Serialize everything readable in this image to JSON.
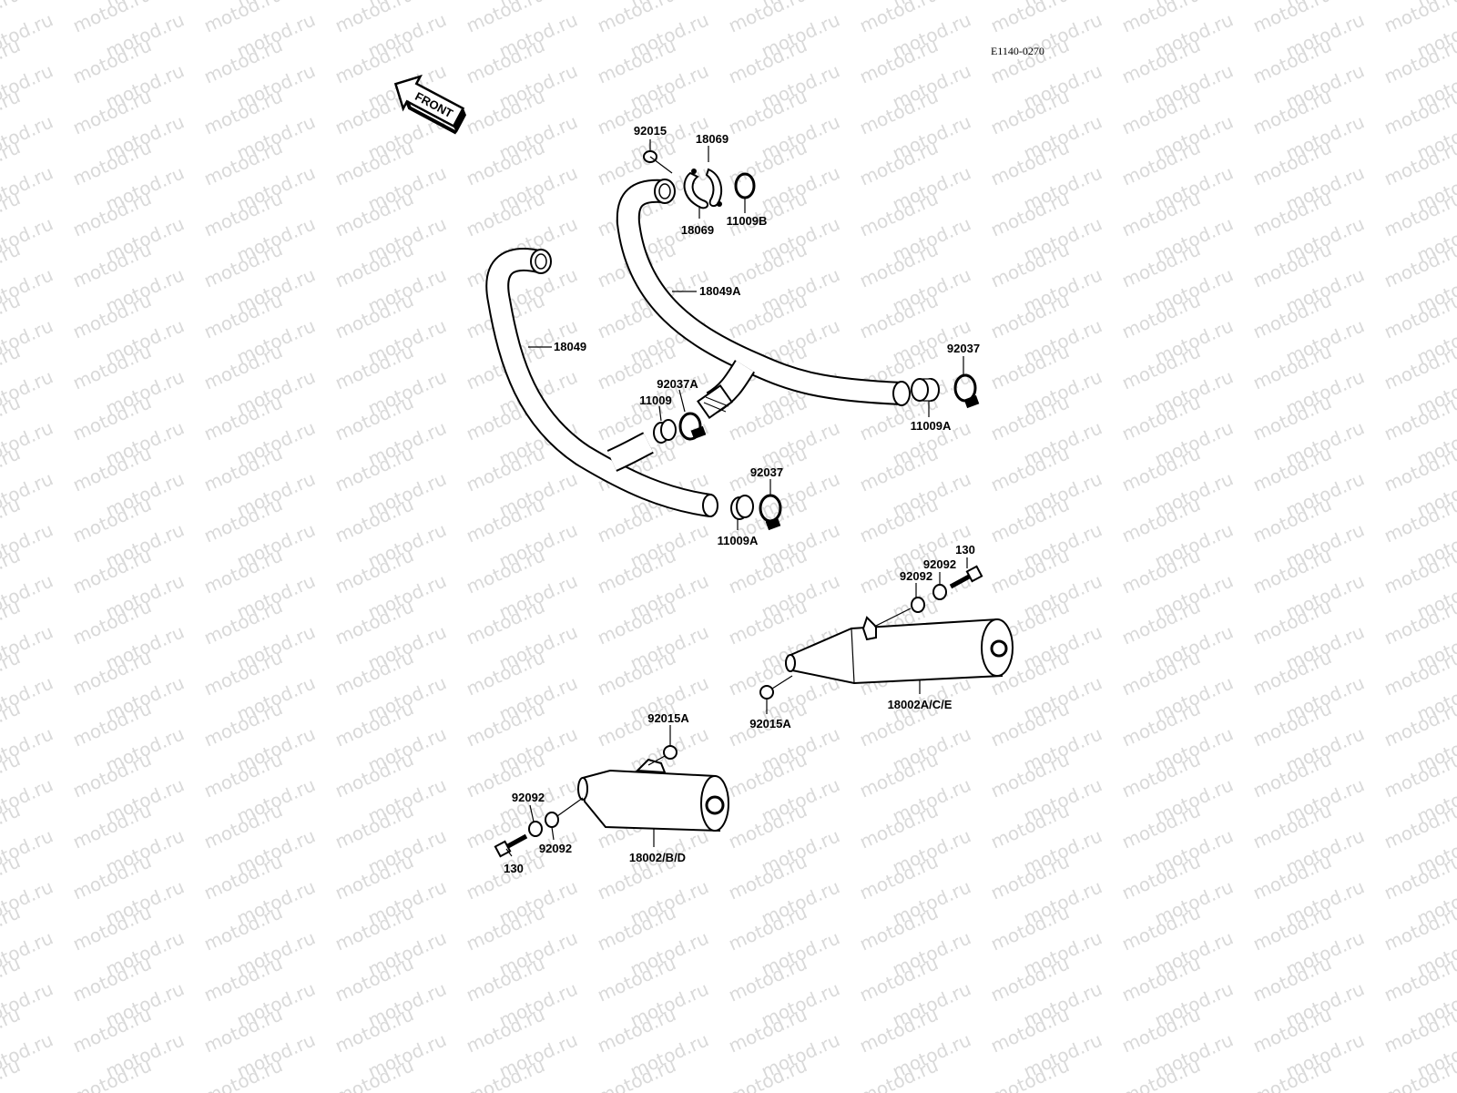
{
  "diagram_code": "E1140-0270",
  "front_arrow_label": "FRONT",
  "watermark_text": "motod.ru",
  "parts": {
    "p92015_top": "92015",
    "p18069_top": "18069",
    "p18069_bottom": "18069",
    "p11009B": "11009B",
    "p18049A": "18049A",
    "p18049": "18049",
    "p92037_right": "92037",
    "p92037A": "92037A",
    "p11009": "11009",
    "p11009A_right": "11009A",
    "p92037_lower": "92037",
    "p11009A_lower": "11009A",
    "p130_right": "130",
    "p92092_right_a": "92092",
    "p92092_right_b": "92092",
    "p92015A_right": "92015A",
    "p18002ACE": "18002A/C/E",
    "p92015A_left": "92015A",
    "p92092_left_a": "92092",
    "p92092_left_b": "92092",
    "p130_left": "130",
    "p18002BD": "18002/B/D"
  }
}
